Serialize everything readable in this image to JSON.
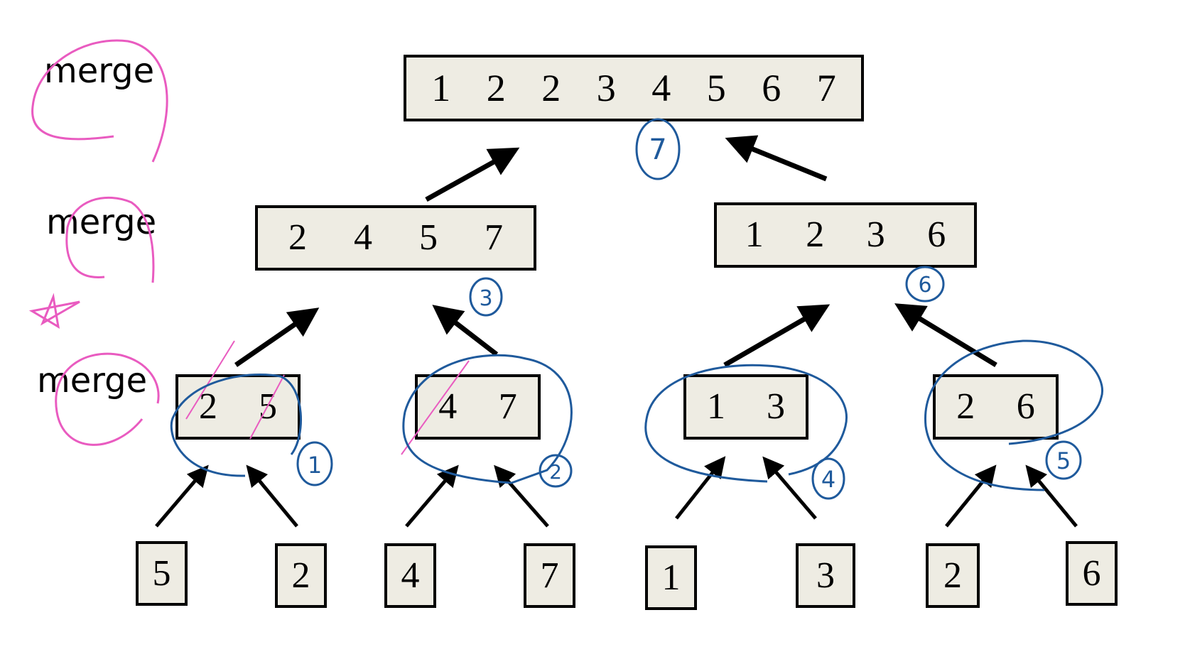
{
  "labels": {
    "merge_top": "merge",
    "merge_mid": "merge",
    "merge_low": "merge"
  },
  "arrays": {
    "final": [
      "1",
      "2",
      "2",
      "3",
      "4",
      "5",
      "6",
      "7"
    ],
    "left_half": [
      "2",
      "4",
      "5",
      "7"
    ],
    "right_half": [
      "1",
      "2",
      "3",
      "6"
    ],
    "pair_1": [
      "2",
      "5"
    ],
    "pair_2": [
      "4",
      "7"
    ],
    "pair_3": [
      "1",
      "3"
    ],
    "pair_4": [
      "2",
      "6"
    ],
    "leaves": [
      "5",
      "2",
      "4",
      "7",
      "1",
      "3",
      "2",
      "6"
    ]
  },
  "annotations": {
    "step_1": "1",
    "step_2": "2",
    "step_3": "3",
    "step_4": "4",
    "step_5": "5",
    "step_6": "6",
    "step_7": "7"
  },
  "colors": {
    "box_fill": "#eeece3",
    "pink_ink": "#e95bc0",
    "blue_ink": "#1f5a9c"
  }
}
